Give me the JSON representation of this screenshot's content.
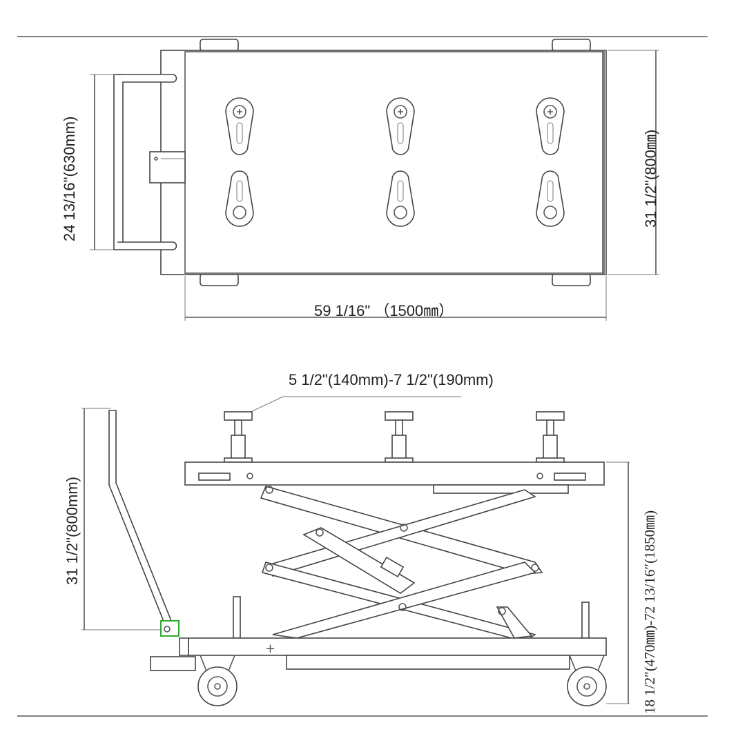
{
  "top_view": {
    "width_label": "59 1/16\" （1500㎜）",
    "depth_label": "31 1/2\"(800㎜)",
    "handle_label": "24 13/16\"(630mm)"
  },
  "side_view": {
    "pin_height_label": "5 1/2\"(140mm)-7 1/2\"(190mm)",
    "handle_height_label": "31 1/2\"(800mm)",
    "lift_height_label": "18 1/2″(470㎜)-72 13/16″(1850㎜)"
  },
  "colors": {
    "line": "#555555",
    "highlight": "#2eaa2e"
  }
}
